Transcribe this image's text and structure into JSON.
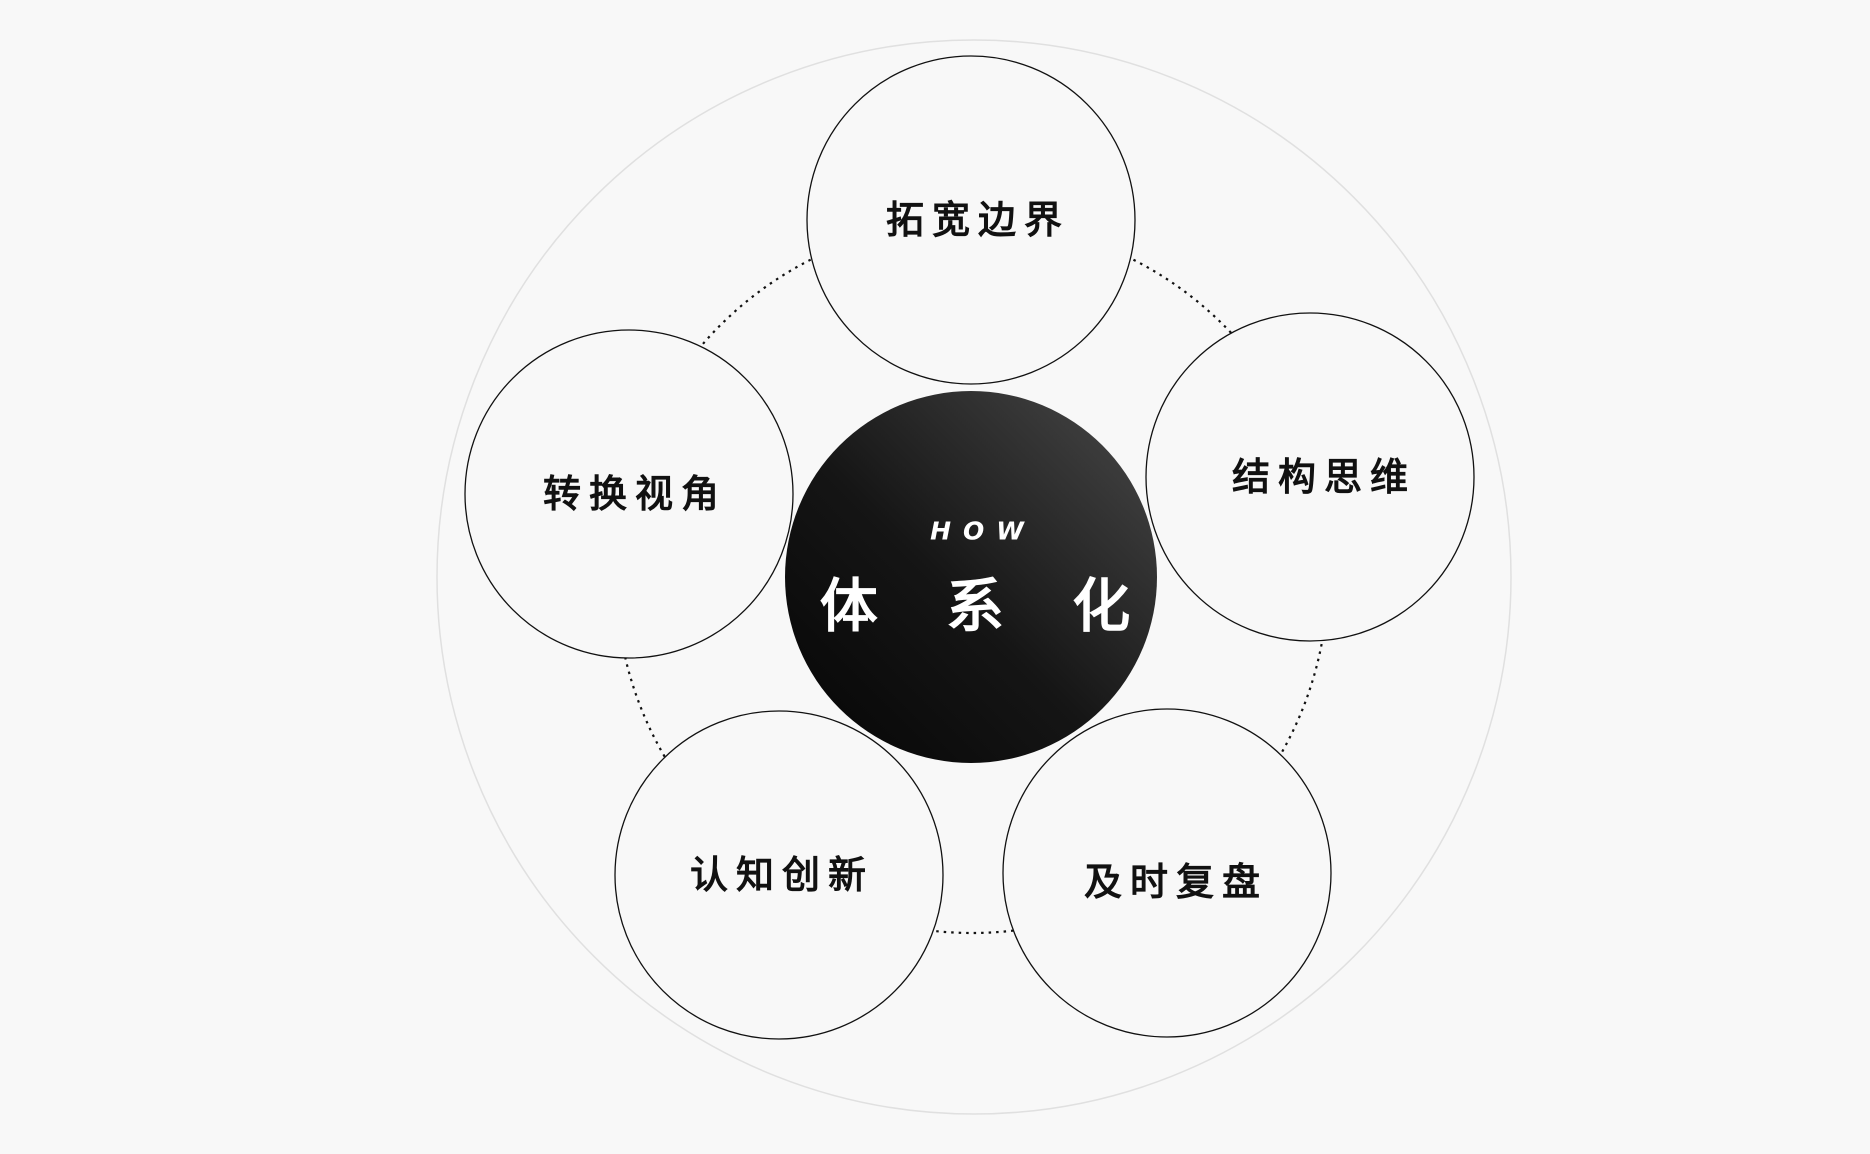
{
  "diagram": {
    "type": "hub-and-spoke",
    "colors": {
      "background": "#f8f8f8",
      "outer_ring": "#e0e0e0",
      "node_stroke": "#111111",
      "connector": "#111111",
      "hub_gradient_start": "#050505",
      "hub_gradient_end": "#4a4a4a",
      "hub_text": "#ffffff",
      "node_text": "#111111"
    },
    "hub": {
      "subtitle": "HOW",
      "title": "体 系 化"
    },
    "nodes": [
      {
        "id": "top",
        "label": "拓宽边界"
      },
      {
        "id": "right",
        "label": "结构思维"
      },
      {
        "id": "bottom-right",
        "label": "及时复盘"
      },
      {
        "id": "bottom-left",
        "label": "认知创新"
      },
      {
        "id": "left",
        "label": "转换视角"
      }
    ],
    "connectors": "dotted arcs linking adjacent nodes around the hub"
  }
}
